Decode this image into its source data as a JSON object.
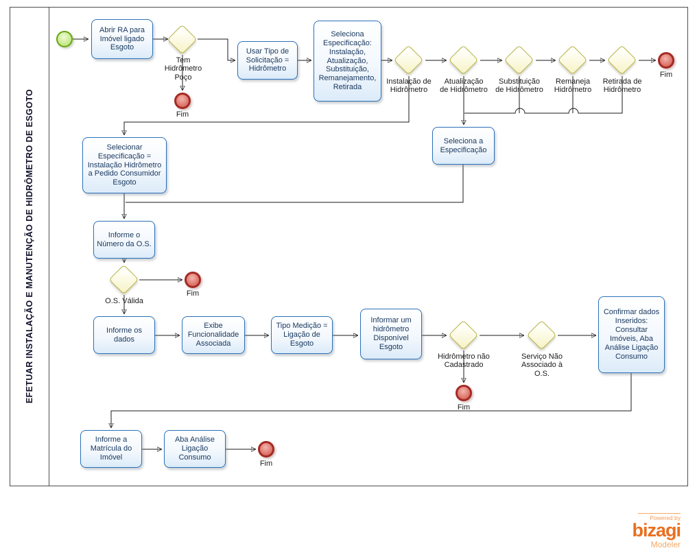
{
  "lane": {
    "title": "EFETUAR INSTALAÇÃO E MANUTENÇÃO DE HIDRÔMETRO DE ESGOTO"
  },
  "tasks": {
    "abrir_ra": "Abrir RA para Imóvel ligado Esgoto",
    "usar_tipo": "Usar Tipo de Solicitação = Hidrômetro",
    "seleciona_especificacao": "Seleciona Especificação: Instalação, Atualização, Substituição, Remanejamento, Retirada",
    "seleciona_a_especificacao": "Seleciona a Especificação",
    "selecionar_especificacao": "Selecionar Especificação = Instalação Hidrômetro a Pedido Consumidor Esgoto",
    "informe_numero_os": "Informe o Número da O.S.",
    "informe_dados": "Informe os dados",
    "exibe_funcionalidade": "Exibe Funcionalidade Associada",
    "tipo_medicao": "Tipo Medição = Ligação de Esgoto",
    "informar_hidrometro": "Informar um hidrômetro Disponível Esgoto",
    "confirmar_dados": "Confirmar dados Inseridos: Consultar Imóveis, Aba Análise Ligação Consumo",
    "informe_matricula": "Informe a Matrícula do Imóvel",
    "aba_analise": "Aba Análise Ligação Consumo"
  },
  "gateways": {
    "tem_hidrometro": "Tem Hidrômetro Poço",
    "instalacao": "Instalação de Hidrômetro",
    "atualizacao": "Atualização de Hidrômetro",
    "substituicao": "Substituição de Hidrômetro",
    "remaneja": "Remaneja Hidrômetro",
    "retirada": "Retirada de Hidrômetro",
    "os_valida": "O.S. Válida",
    "hidrometro_nao_cadastrado": "Hidrômetro não Cadastrado",
    "servico_nao_associado": "Serviço Não Associado à O.S."
  },
  "events": {
    "end_label": "Fim"
  },
  "logo": {
    "powered_by": "Powered by",
    "brand": "bizagi",
    "product": "Modeler"
  },
  "colors": {
    "task_border": "#2a70b8",
    "gateway_border": "#b5b042",
    "start_border": "#67a411",
    "end_border": "#a52a24",
    "logo_orange": "#e96f1f"
  }
}
